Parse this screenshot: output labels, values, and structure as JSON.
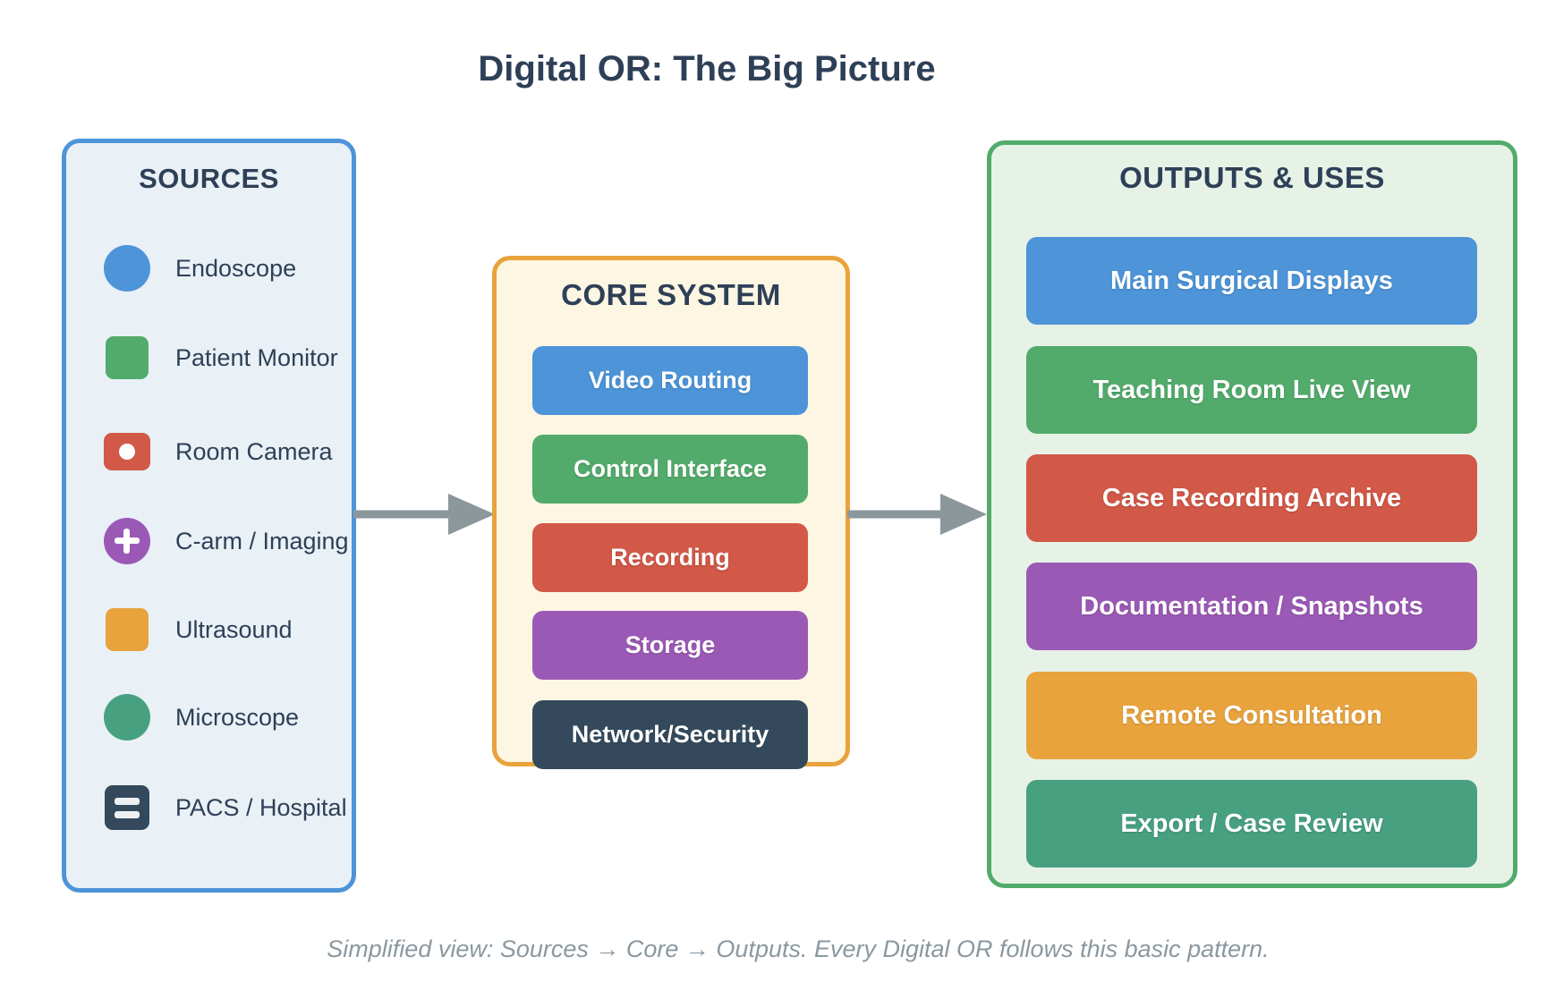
{
  "title": "Digital OR: The Big Picture",
  "sources": {
    "heading": "SOURCES",
    "panel_bg": "#e9f1f6",
    "border_color": "#4d94d9",
    "items": [
      {
        "label": "Endoscope",
        "icon": "circle-icon",
        "color": "#4d94d9"
      },
      {
        "label": "Patient Monitor",
        "icon": "rounded-square-icon",
        "color": "#52ab6b"
      },
      {
        "label": "Room Camera",
        "icon": "camera-icon",
        "color": "#d25847"
      },
      {
        "label": "C-arm / Imaging",
        "icon": "plus-circle-icon",
        "color": "#9b59b6"
      },
      {
        "label": "Ultrasound",
        "icon": "rounded-square-icon",
        "color": "#e8a33d"
      },
      {
        "label": "Microscope",
        "icon": "circle-icon",
        "color": "#47a181"
      },
      {
        "label": "PACS / Hospital",
        "icon": "server-lines-icon",
        "color": "#344a5c"
      }
    ]
  },
  "core": {
    "heading": "CORE SYSTEM",
    "panel_bg": "#fdf6e3",
    "border_color": "#e9a33b",
    "modules": [
      {
        "label": "Video Routing",
        "color": "#4d94d9"
      },
      {
        "label": "Control Interface",
        "color": "#52ab6b"
      },
      {
        "label": "Recording",
        "color": "#d25847"
      },
      {
        "label": "Storage",
        "color": "#9b59b6"
      },
      {
        "label": "Network/Security",
        "color": "#344a5c"
      }
    ]
  },
  "outputs": {
    "heading": "OUTPUTS & USES",
    "panel_bg": "#e7f2e7",
    "border_color": "#52ab6b",
    "items": [
      {
        "label": "Main Surgical Displays",
        "color": "#4d94d9"
      },
      {
        "label": "Teaching Room Live View",
        "color": "#52ab6b"
      },
      {
        "label": "Case Recording Archive",
        "color": "#d25847"
      },
      {
        "label": "Documentation / Snapshots",
        "color": "#9b59b6"
      },
      {
        "label": "Remote Consultation",
        "color": "#e8a33d"
      },
      {
        "label": "Export / Case Review",
        "color": "#47a181"
      }
    ]
  },
  "footer": "Simplified view: Sources → Core → Outputs. Every Digital OR follows this basic pattern."
}
